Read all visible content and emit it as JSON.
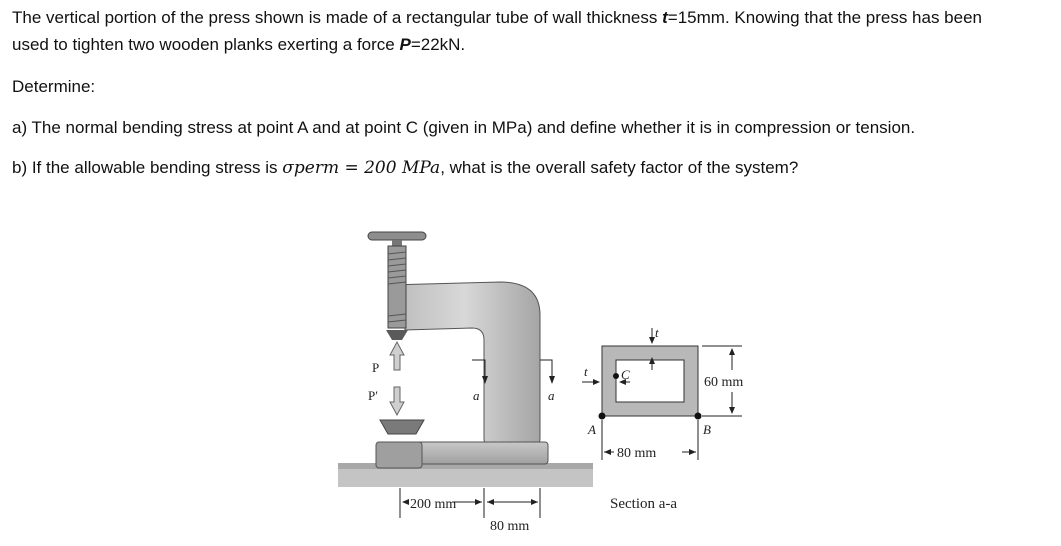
{
  "problem": {
    "intro_line1_pre": "The vertical portion of the press shown is made of a rectangular tube of wall thickness ",
    "thickness_sym": "t",
    "thickness_val": "=15mm. Knowing that the press has been",
    "intro_line2_pre": "used to tighten two wooden planks exerting a force ",
    "force_sym": "P",
    "force_val": "=22kN.",
    "determine": "Determine:",
    "part_a": "a) The normal bending stress at point A and at point C (given in MPa) and define whether it is in compression or tension.",
    "part_b_pre": "b) If the allowable bending stress is ",
    "part_b_sym": "σperm = 200 MPa",
    "part_b_post": ", what is the overall safety factor of the system?"
  },
  "figure": {
    "label_P": "P",
    "label_Pprime": "P′",
    "label_a_left": "a",
    "label_a_right": "a",
    "dim_200": "200 mm",
    "dim_80_bottom": "80 mm",
    "label_t_top": "t",
    "label_t_left": "t",
    "label_C": "C",
    "label_A": "A",
    "label_B": "B",
    "dim_60": "60 mm",
    "dim_80_section": "80 mm",
    "section_caption": "Section a-a"
  }
}
